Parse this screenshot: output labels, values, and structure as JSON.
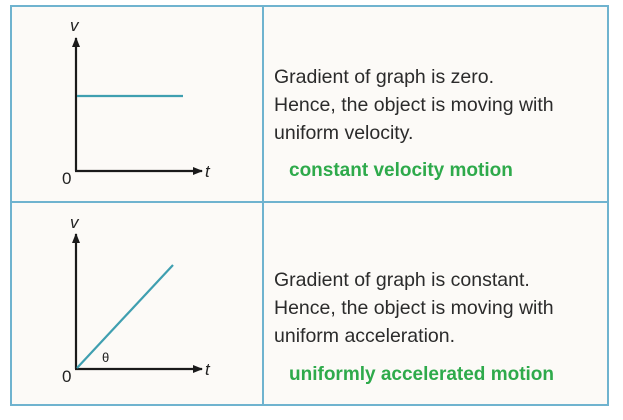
{
  "rows": [
    {
      "graph": {
        "y_axis": "v",
        "x_axis": "t",
        "origin": "0",
        "kind": "horizontal line"
      },
      "description": [
        "Gradient of graph is zero.",
        "Hence, the object is moving with",
        "uniform velocity."
      ],
      "label": "constant velocity motion"
    },
    {
      "graph": {
        "y_axis": "v",
        "x_axis": "t",
        "origin": "0",
        "angle": "θ",
        "kind": "straight line through origin"
      },
      "description": [
        "Gradient of graph is constant.",
        "Hence, the object is moving with",
        "uniform acceleration."
      ],
      "label": "uniformly accelerated motion"
    }
  ],
  "colors": {
    "border": "#6fb3cf",
    "graph_line": "#3f9fb0",
    "label": "#2eaa4b"
  }
}
